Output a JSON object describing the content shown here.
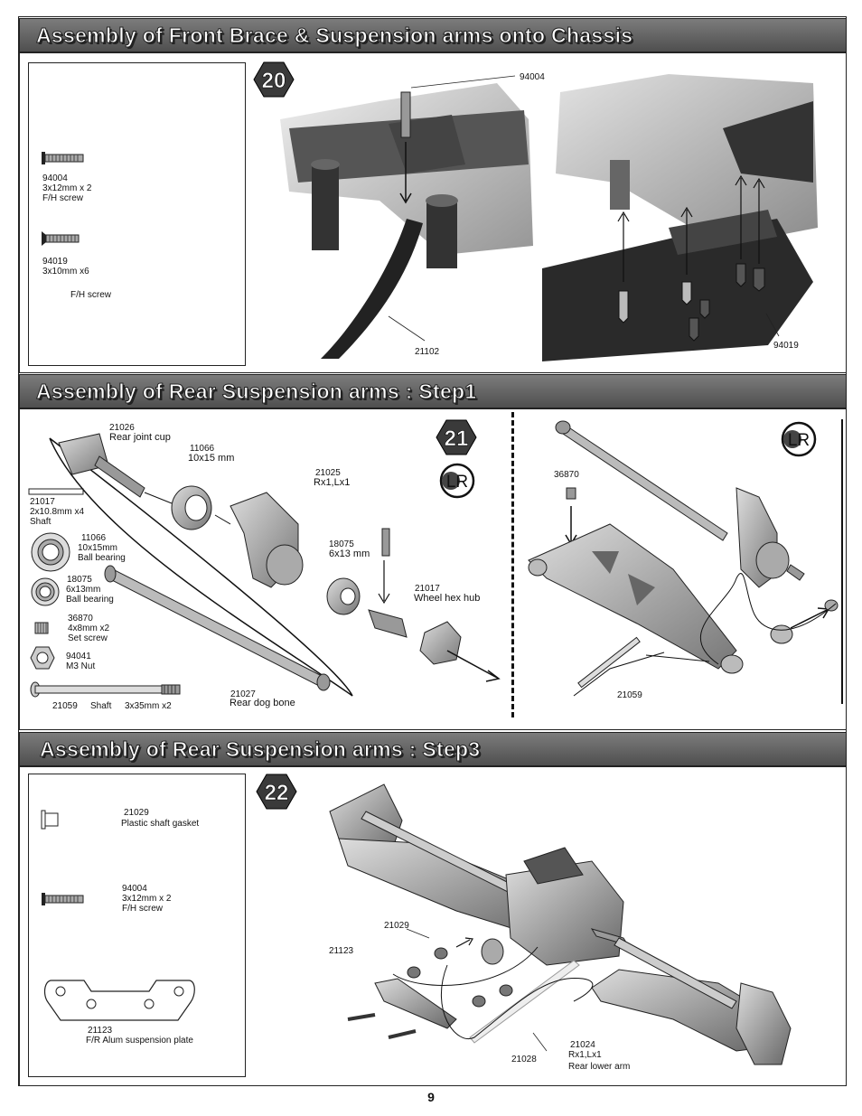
{
  "page_number": "9",
  "sections": [
    {
      "title": "Assembly of Front Brace & Suspension arms onto Chassis",
      "step": "20",
      "parts": [
        {
          "code": "94004",
          "desc1": "3x12mm x 2",
          "desc2": "F/H screw"
        },
        {
          "code": "94019",
          "desc1": "3x10mm x6",
          "desc2": "F/H screw"
        }
      ],
      "callouts": [
        "94004",
        "21102",
        "94019"
      ]
    },
    {
      "title": "Assembly of Rear Suspension arms : Step1",
      "step": "21",
      "badge": "LR",
      "parts": [
        {
          "code": "21017",
          "desc1": "2x10.8mm x4",
          "desc2": "Shaft"
        },
        {
          "code": "11066",
          "desc1": "10x15mm",
          "desc2": "Ball bearing"
        },
        {
          "code": "18075",
          "desc1": "6x13mm",
          "desc2": "Ball bearing"
        },
        {
          "code": "36870",
          "desc1": "4x8mm x2",
          "desc2": "Set screw"
        },
        {
          "code": "94041",
          "desc1": "M3 Nut",
          "desc2": ""
        },
        {
          "code": "21059",
          "desc1": "Shaft",
          "desc2": "3x35mm x2"
        }
      ],
      "callouts": [
        {
          "code": "21026",
          "name": "Rear joint cup"
        },
        {
          "code": "11066",
          "name": "10x15 mm"
        },
        {
          "code": "21025",
          "name": "Rx1,Lx1"
        },
        {
          "code": "18075",
          "name": "6x13 mm"
        },
        {
          "code": "21017",
          "name": "Wheel hex hub"
        },
        {
          "code": "21027",
          "name": "Rear dog bone"
        },
        {
          "code": "36870",
          "name": ""
        },
        {
          "code": "21059",
          "name": ""
        }
      ]
    },
    {
      "title": "Assembly of Rear Suspension arms : Step3",
      "step": "22",
      "parts": [
        {
          "code": "21029",
          "desc1": "Plastic shaft gasket",
          "desc2": ""
        },
        {
          "code": "94004",
          "desc1": "3x12mm x 2",
          "desc2": "F/H screw"
        },
        {
          "code": "21123",
          "desc1": "F/R Alum suspension plate",
          "desc2": ""
        }
      ],
      "callouts": [
        {
          "code": "21029",
          "name": ""
        },
        {
          "code": "21123",
          "name": ""
        },
        {
          "code": "21028",
          "name": ""
        },
        {
          "code": "21024",
          "name": "Rx1,Lx1"
        },
        {
          "code": "",
          "name": "Rear lower arm"
        }
      ]
    }
  ]
}
